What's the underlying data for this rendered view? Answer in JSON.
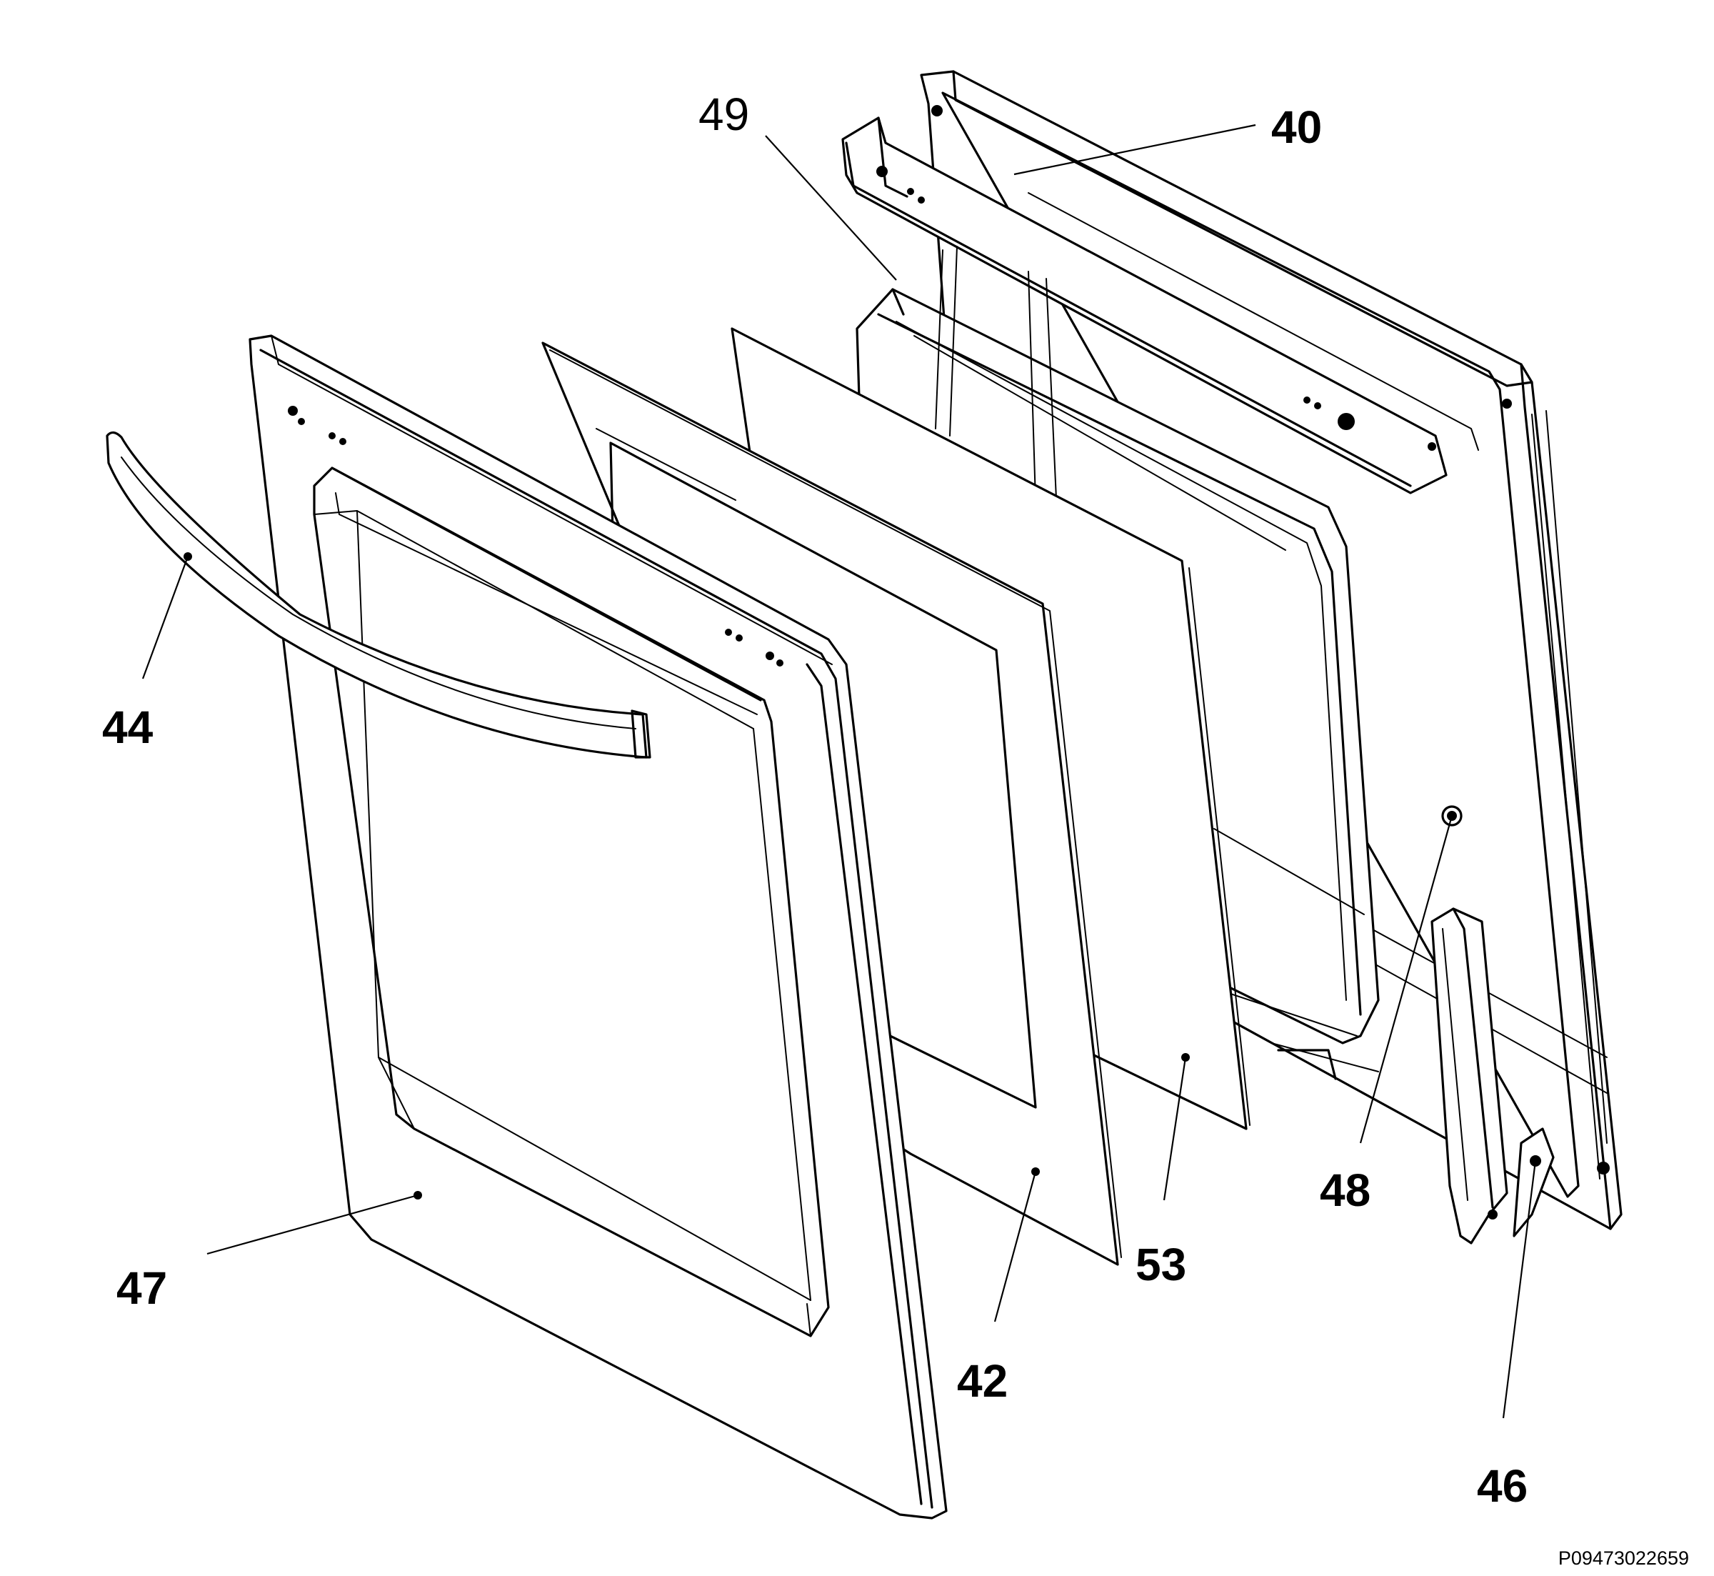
{
  "diagram": {
    "callouts": {
      "c40": "40",
      "c42": "42",
      "c44": "44",
      "c46": "46",
      "c47": "47",
      "c48": "48",
      "c49": "49",
      "c53": "53"
    },
    "reference_code": "P09473022659",
    "colors": {
      "line": "#000000",
      "background": "#ffffff"
    }
  }
}
